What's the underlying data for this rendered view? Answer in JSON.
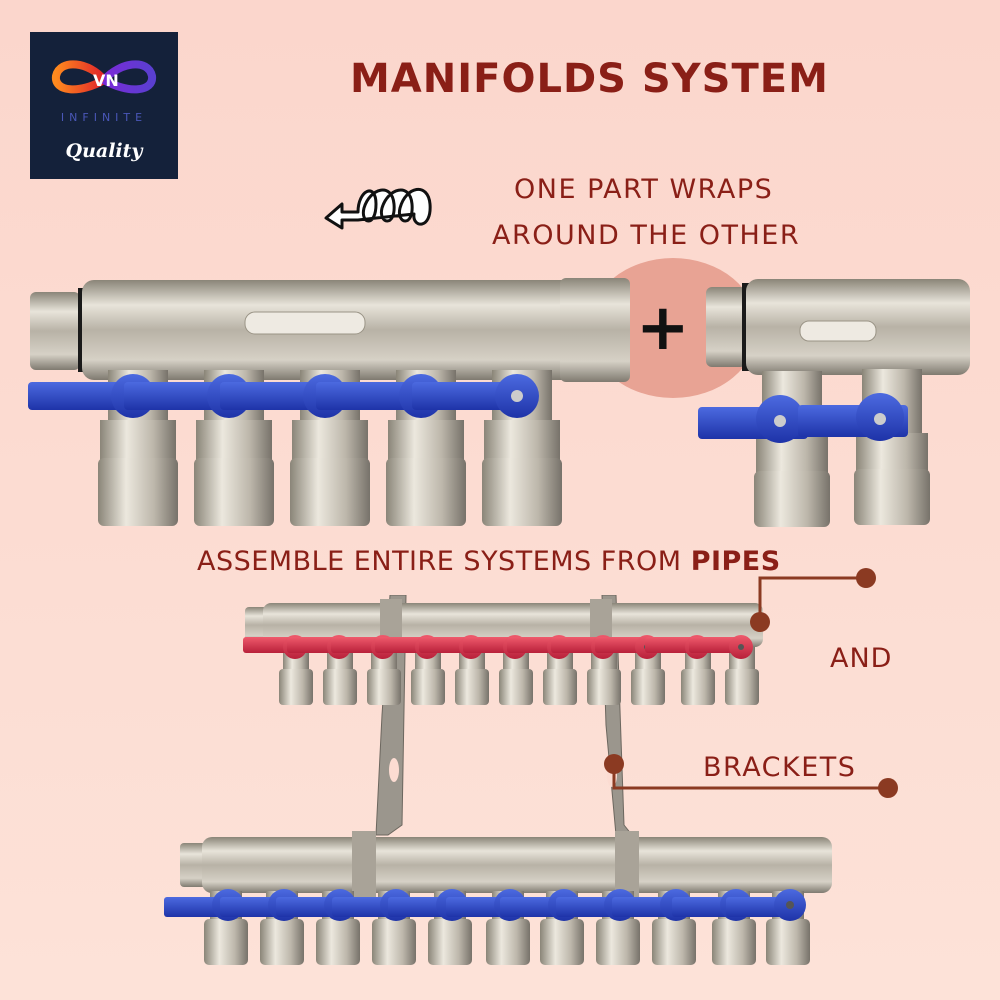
{
  "logo": {
    "infinite_label": "INFINITE",
    "quality_label": "Quality",
    "mark_letters": "VN"
  },
  "header": {
    "title": "MANIFOLDS SYSTEM"
  },
  "wrap_section": {
    "icon": "spiral-arrow-icon",
    "line1": "ONE PART WRAPS",
    "line2": "AROUND THE OTHER",
    "plus_symbol": "+"
  },
  "products": {
    "top_left": {
      "name": "5-way manifold",
      "valves": 5,
      "handle_color": "#2f4fc4"
    },
    "top_right": {
      "name": "2-way manifold",
      "valves": 2,
      "handle_color": "#2f4fc4"
    },
    "assembly_upper": {
      "name": "11-way manifold (red)",
      "valves": 11,
      "handle_color": "#d8334a"
    },
    "assembly_lower": {
      "name": "11-way manifold (blue)",
      "valves": 11,
      "handle_color": "#2f4fc4"
    }
  },
  "assembly_section": {
    "line_prefix": "ASSEMBLE ENTIRE SYSTEMS FROM ",
    "pipes_label": "PIPES",
    "and_label": "AND",
    "brackets_label": "BRACKETS"
  },
  "colors": {
    "text": "#8a1f17",
    "connector": "#8b3a22",
    "background": "#fcdcd2",
    "logo_bg": "#14213a"
  }
}
